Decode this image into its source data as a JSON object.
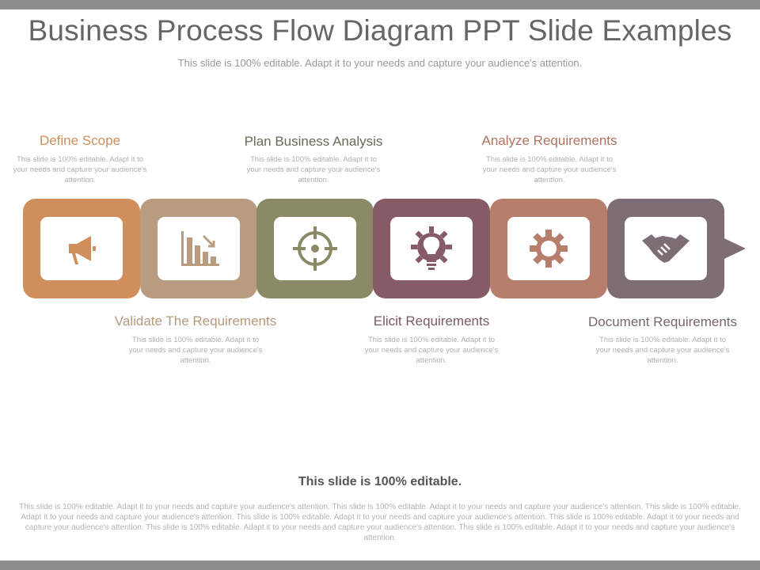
{
  "header": {
    "title": "Business Process Flow Diagram PPT Slide Examples",
    "subtitle": "This slide is 100% editable. Adapt it to your needs and capture your audience's attention."
  },
  "steps": [
    {
      "title": "Define Scope",
      "desc": "This slide is 100% editable. Adapt it to your needs and capture your audience's attention.",
      "color": "#cf8e5b",
      "title_color": "#cf8e5b",
      "icon": "megaphone-icon"
    },
    {
      "title": "Validate The Requirements",
      "desc": "This slide is 100% editable. Adapt it to your needs and capture your audience's attention.",
      "color": "#b99c80",
      "title_color": "#b39a7c",
      "icon": "bar-chart-down-icon"
    },
    {
      "title": "Plan Business Analysis",
      "desc": "This slide is 100% editable. Adapt it to your needs and capture your audience's attention.",
      "color": "#8b8a66",
      "title_color": "#6b6b58",
      "icon": "target-icon"
    },
    {
      "title": "Elicit Requirements",
      "desc": "This slide is 100% editable. Adapt it to your needs and capture your audience's attention.",
      "color": "#865b65",
      "title_color": "#7a5a62",
      "icon": "lightbulb-gear-icon"
    },
    {
      "title": "Analyze Requirements",
      "desc": "This slide is 100% editable. Adapt it to your needs and capture your audience's attention.",
      "color": "#b87e6c",
      "title_color": "#b0735f",
      "icon": "gear-icon"
    },
    {
      "title": "Document Requirements",
      "desc": "This slide is 100% editable. Adapt it to your needs and capture your audience's attention.",
      "color": "#7e6c77",
      "title_color": "#76666f",
      "icon": "handshake-icon"
    }
  ],
  "footer": {
    "heading": "This slide is 100% editable.",
    "body": "This slide is 100% editable. Adapt it to your needs and capture your audience's attention. This slide is 100% editable. Adapt it to your needs and capture your audience's attention. This slide is 100% editable. Adapt it to your needs and capture your audience's attention. This slide is 100% editable. Adapt it to your needs and capture your audience's attention. This slide is 100% editable. Adapt it to your needs and capture your audience's attention. This slide is 100% editable. Adapt it to your needs and capture your audience's attention. This slide is 100% editable. Adapt it to your needs and capture your audience's attention."
  }
}
